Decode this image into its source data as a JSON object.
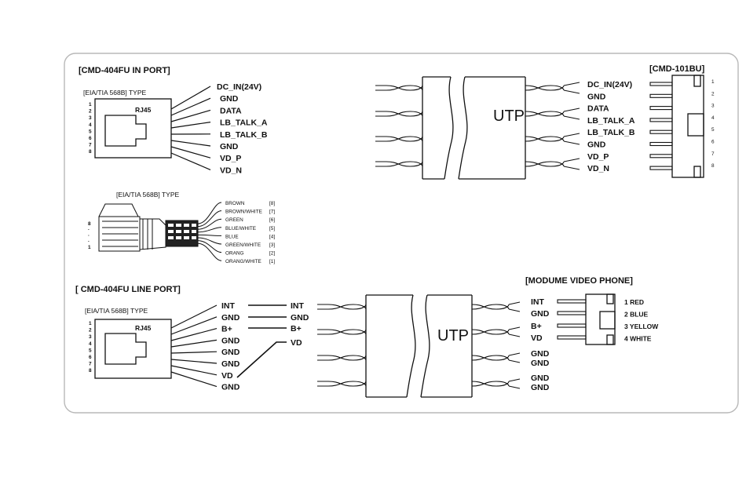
{
  "in_port": {
    "title": "[CMD-404FU IN PORT]",
    "type_label": "[EIA/TIA 568B]  TYPE",
    "connector_label": "RJ45",
    "pin_numbers": [
      "1",
      "2",
      "3",
      "4",
      "5",
      "6",
      "7",
      "8"
    ],
    "signals": [
      "DC_IN(24V)",
      "GND",
      "DATA",
      "LB_TALK_A",
      "LB_TALK_B",
      "GND",
      "VD_P",
      "VD_N"
    ]
  },
  "plug_detail": {
    "type_label": "[EIA/TIA 568B]  TYPE",
    "pin_marks": [
      "8",
      "·",
      "·",
      "·",
      "1"
    ],
    "wires": [
      {
        "color": "BROWN",
        "pin": "[8]"
      },
      {
        "color": "BROWN/WHITE",
        "pin": "[7]"
      },
      {
        "color": "GREEN",
        "pin": "[6]"
      },
      {
        "color": "BLUE/WHITE",
        "pin": "[5]"
      },
      {
        "color": "BLUE",
        "pin": "[4]"
      },
      {
        "color": "GREEN/WHITE",
        "pin": "[3]"
      },
      {
        "color": "ORANG",
        "pin": "[2]"
      },
      {
        "color": "ORANG/WHITE",
        "pin": "[1]"
      }
    ]
  },
  "cmd101bu": {
    "title": "[CMD-101BU]",
    "cable_label": "UTP",
    "signals": [
      "DC_IN(24V)",
      "GND",
      "DATA",
      "LB_TALK_A",
      "LB_TALK_B",
      "GND",
      "VD_P",
      "VD_N"
    ],
    "pin_numbers": [
      "1",
      "2",
      "3",
      "4",
      "5",
      "6",
      "7",
      "8"
    ]
  },
  "line_port": {
    "title": "[ CMD-404FU   LINE PORT]",
    "type_label": "[EIA/TIA 568B]  TYPE",
    "connector_label": "RJ45",
    "pin_numbers": [
      "1",
      "2",
      "3",
      "4",
      "5",
      "6",
      "7",
      "8"
    ],
    "signals": [
      "INT",
      "GND",
      "B+",
      "GND",
      "GND",
      "GND",
      "VD",
      "GND"
    ],
    "mid_signals": [
      "INT",
      "GND",
      "B+",
      "VD"
    ]
  },
  "video_phone": {
    "title": "[MODUME VIDEO PHONE]",
    "cable_label": "UTP",
    "signals": [
      "INT",
      "GND",
      "B+",
      "VD",
      "GND",
      "GND",
      "GND",
      "GND"
    ],
    "pins": [
      "1 RED",
      "2 BLUE",
      "3 YELLOW",
      "4 WHITE"
    ]
  },
  "colors": {
    "line": "#111111",
    "border": "#b8b8b8",
    "background": "#ffffff"
  }
}
